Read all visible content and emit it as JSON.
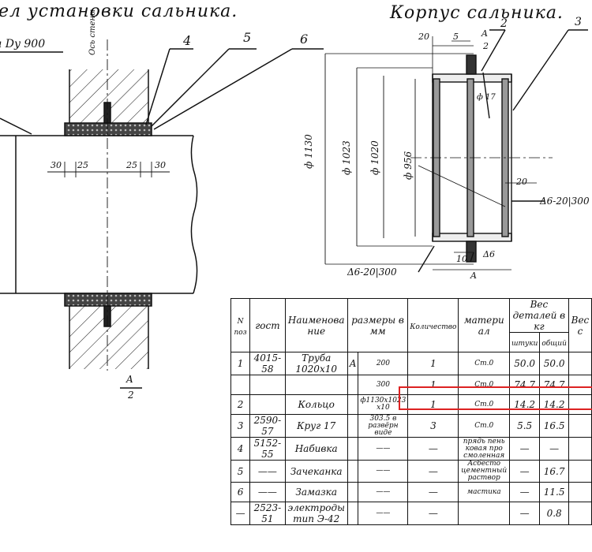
{
  "titles": {
    "left": "ел установки сальника.",
    "right": "Корпус сальника."
  },
  "left_labels": {
    "pipe": "а Dy 900",
    "callouts": [
      "4",
      "5",
      "6"
    ],
    "wall_axis": "Ось стены",
    "dims": [
      "30",
      "25",
      "25",
      "30"
    ],
    "fraction_top": "A",
    "fraction_bottom": "2"
  },
  "right_labels": {
    "d1": "ф 1130",
    "d2": "ф 1023",
    "d3": "ф 1020",
    "d4": "ф 956",
    "d5": "ф 17",
    "dim20": "20",
    "dim5": "5",
    "frac_a": "A",
    "frac_2": "2",
    "callout2": "2",
    "callout3": "3",
    "weld1": "Δ6-20|300",
    "weld2": "Δ6-20|300",
    "weld3": "Δ6",
    "dim10": "10",
    "dimA": "A",
    "dim20b": "20"
  },
  "table": {
    "headers": {
      "poz": "N поз",
      "gost": "гост",
      "name": "Наименова ние",
      "size": "размеры в мм",
      "qty": "Количество",
      "mat": "матери ал",
      "weight": "Вес деталей в кг",
      "w1": "штуки",
      "w2": "общий",
      "extra": "Вес с"
    },
    "rows": [
      {
        "poz": "1",
        "gost": "4015-58",
        "name": "Труба 1020х10",
        "size_a": "A",
        "size": "200",
        "qty": "1",
        "mat": "Ст.0",
        "w1": "50.0",
        "w2": "50.0",
        "extra": ""
      },
      {
        "poz": "",
        "gost": "",
        "name": "",
        "size_a": "",
        "size": "300",
        "qty": "1",
        "mat": "Ст.0",
        "w1": "74.7",
        "w2": "74.7",
        "extra": ""
      },
      {
        "poz": "2",
        "gost": "",
        "name": "Кольцо",
        "size_a": "",
        "size": "ф1130х1023 х10",
        "qty": "1",
        "mat": "Ст.0",
        "w1": "14.2",
        "w2": "14.2",
        "extra": ""
      },
      {
        "poz": "3",
        "gost": "2590-57",
        "name": "Круг 17",
        "size_a": "",
        "size": "303.5 в развёрн виде",
        "qty": "3",
        "mat": "Ст.0",
        "w1": "5.5",
        "w2": "16.5",
        "extra": ""
      },
      {
        "poz": "4",
        "gost": "5152-55",
        "name": "Набивка",
        "size_a": "",
        "size": "——",
        "qty": "—",
        "mat": "прядь пень ковая про смоленная",
        "w1": "—",
        "w2": "—",
        "extra": ""
      },
      {
        "poz": "5",
        "gost": "——",
        "name": "Зачеканка",
        "size_a": "",
        "size": "——",
        "qty": "—",
        "mat": "Асбесто цементный раствор",
        "w1": "—",
        "w2": "16.7",
        "extra": ""
      },
      {
        "poz": "6",
        "gost": "——",
        "name": "Замазка",
        "size_a": "",
        "size": "——",
        "qty": "—",
        "mat": "мастика",
        "w1": "—",
        "w2": "11.5",
        "extra": ""
      },
      {
        "poz": "—",
        "gost": "2523-51",
        "name": "электроды тип Э-42",
        "size_a": "",
        "size": "——",
        "qty": "—",
        "mat": "",
        "w1": "—",
        "w2": "0.8",
        "extra": ""
      }
    ]
  }
}
